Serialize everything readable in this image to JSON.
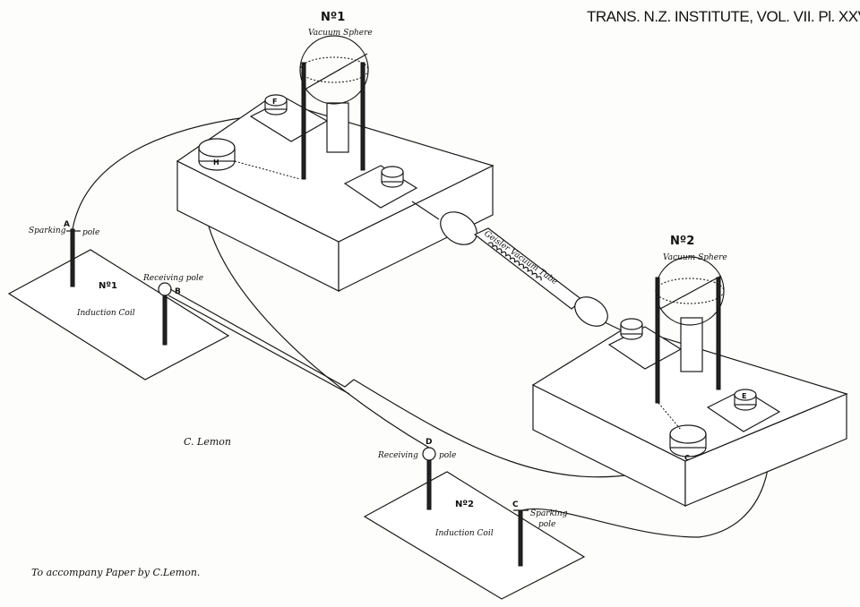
{
  "plate_title": "TRANS. N.Z. INSTITUTE, VOL. VII. Pl. XXVII.",
  "apparatus_1": {
    "number": "Nº1",
    "sphere_label": "Vacuum Sphere",
    "terminal_f": "F",
    "terminal_h": "H"
  },
  "apparatus_2": {
    "number": "Nº2",
    "sphere_label": "Vacuum Sphere",
    "terminal_e": "E",
    "terminal_c": "C"
  },
  "tube_label": "Geisler Vacuum Tube",
  "coil_1": {
    "number": "Nº1",
    "label": "Induction Coil",
    "sparking_letter": "A",
    "sparking_word1": "Sparking",
    "sparking_word2": "pole",
    "receiving_label": "Receiving pole",
    "receiving_letter": "B"
  },
  "coil_2": {
    "number": "Nº2",
    "label": "Induction Coil",
    "receiving_letter": "D",
    "receiving_word1": "Receiving",
    "receiving_word2": "pole",
    "sparking_letter": "C",
    "sparking_word1": "Sparking",
    "sparking_word2": "pole"
  },
  "signature": "C. Lemon",
  "caption": "To accompany Paper by C.Lemon."
}
